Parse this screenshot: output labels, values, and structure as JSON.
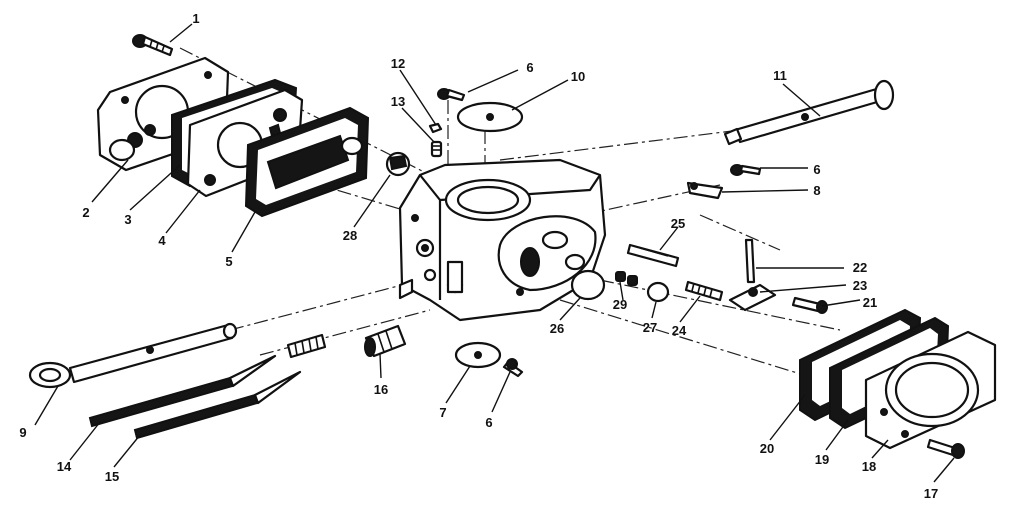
{
  "diagram": {
    "callouts": [
      {
        "id": "c1",
        "label": "1"
      },
      {
        "id": "c2",
        "label": "2"
      },
      {
        "id": "c3",
        "label": "3"
      },
      {
        "id": "c4",
        "label": "4"
      },
      {
        "id": "c5",
        "label": "5"
      },
      {
        "id": "c6a",
        "label": "6"
      },
      {
        "id": "c6b",
        "label": "6"
      },
      {
        "id": "c6c",
        "label": "6"
      },
      {
        "id": "c7",
        "label": "7"
      },
      {
        "id": "c8",
        "label": "8"
      },
      {
        "id": "c9",
        "label": "9"
      },
      {
        "id": "c10",
        "label": "10"
      },
      {
        "id": "c11",
        "label": "11"
      },
      {
        "id": "c12",
        "label": "12"
      },
      {
        "id": "c13",
        "label": "13"
      },
      {
        "id": "c14",
        "label": "14"
      },
      {
        "id": "c15",
        "label": "15"
      },
      {
        "id": "c16",
        "label": "16"
      },
      {
        "id": "c17",
        "label": "17"
      },
      {
        "id": "c18",
        "label": "18"
      },
      {
        "id": "c19",
        "label": "19"
      },
      {
        "id": "c20",
        "label": "20"
      },
      {
        "id": "c21",
        "label": "21"
      },
      {
        "id": "c22",
        "label": "22"
      },
      {
        "id": "c23",
        "label": "23"
      },
      {
        "id": "c24",
        "label": "24"
      },
      {
        "id": "c25",
        "label": "25"
      },
      {
        "id": "c26",
        "label": "26"
      },
      {
        "id": "c27",
        "label": "27"
      },
      {
        "id": "c28",
        "label": "28"
      },
      {
        "id": "c29",
        "label": "29"
      }
    ]
  }
}
